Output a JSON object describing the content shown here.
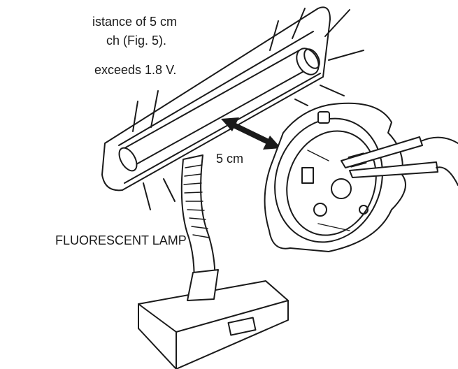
{
  "text": {
    "line1": "istance of 5 cm",
    "line2": "ch (Fig. 5).",
    "line3": "exceeds 1.8 V."
  },
  "labels": {
    "distance": "5 cm",
    "lamp": "FLUORESCENT LAMP"
  }
}
